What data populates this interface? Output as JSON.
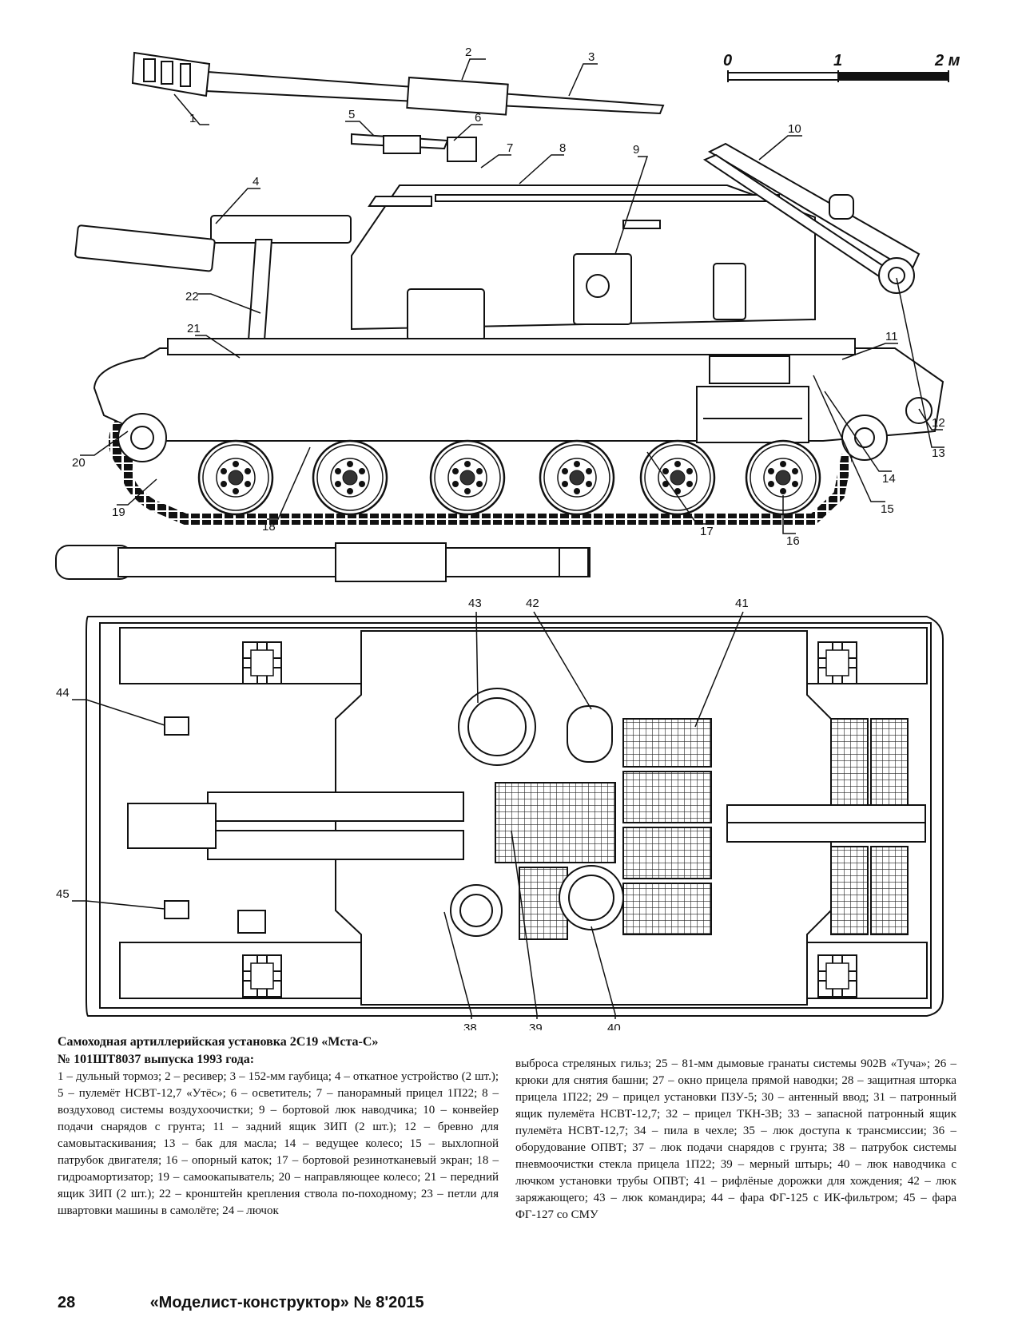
{
  "scale": {
    "labels": [
      "0",
      "1",
      "2 м"
    ]
  },
  "side_callouts": [
    "1",
    "2",
    "3",
    "4",
    "5",
    "6",
    "7",
    "8",
    "9",
    "10",
    "11",
    "12",
    "13",
    "14",
    "15",
    "16",
    "17",
    "18",
    "19",
    "20",
    "21",
    "22"
  ],
  "top_callouts": [
    "38",
    "39",
    "40",
    "41",
    "42",
    "43",
    "44",
    "45"
  ],
  "caption": {
    "title_line1": "Самоходная артиллерийская установка 2С19 «Мста-С»",
    "title_line2": "№ 101ШТ8037 выпуска 1993 года:",
    "body_left": "1 – дульный тормоз; 2 – ресивер; 3 – 152-мм гаубица; 4 – откатное устройство (2 шт.); 5 – пулемёт НСВТ-12,7 «Утёс»; 6 – осветитель; 7 – панорамный прицел 1П22; 8 – воздуховод системы воздухоочистки; 9 – бортовой люк наводчика; 10 – конвейер подачи снарядов с грунта; 11 – задний ящик ЗИП (2 шт.); 12 – бревно для самовытаскивания; 13 – бак для масла; 14 – ведущее колесо; 15 – выхлопной патрубок двигателя; 16 – опорный каток; 17 – бортовой резинотканевый экран; 18 – гидроамортизатор; 19 – самоокапыватель; 20 – направляющее колесо; 21 – передний ящик ЗИП (2 шт.); 22 – кронштейн крепления ствола по-походному; 23 – петли для швартовки машины в самолёте; 24 – лючок",
    "body_right": "выброса стреляных гильз; 25 – 81-мм дымовые гранаты системы 902В «Туча»; 26 – крюки для снятия башни; 27 – окно прицела прямой наводки; 28 – защитная шторка прицела 1П22; 29 – прицел установки ПЗУ-5; 30 – антенный ввод; 31 – патронный ящик пулемёта НСВТ-12,7; 32 – прицел ТКН-3В; 33 – запасной патронный ящик пулемёта НСВТ-12,7; 34 – пила в чехле; 35 – люк доступа к трансмиссии; 36 – оборудование ОПВТ; 37 – люк подачи снарядов с грунта; 38 – патрубок системы пневмоочистки стекла прицела 1П22; 39 – мерный штырь; 40 – люк наводчика с лючком установки трубы ОПВТ; 41 – рифлёные дорожки для хождения; 42 – люк заряжающего; 43 – люк командира; 44 – фара ФГ-125 с ИК-фильтром; 45 – фара ФГ-127 со СМУ"
  },
  "footer": {
    "page": "28",
    "magazine": "«Моделист-конструктор» № 8'2015"
  }
}
